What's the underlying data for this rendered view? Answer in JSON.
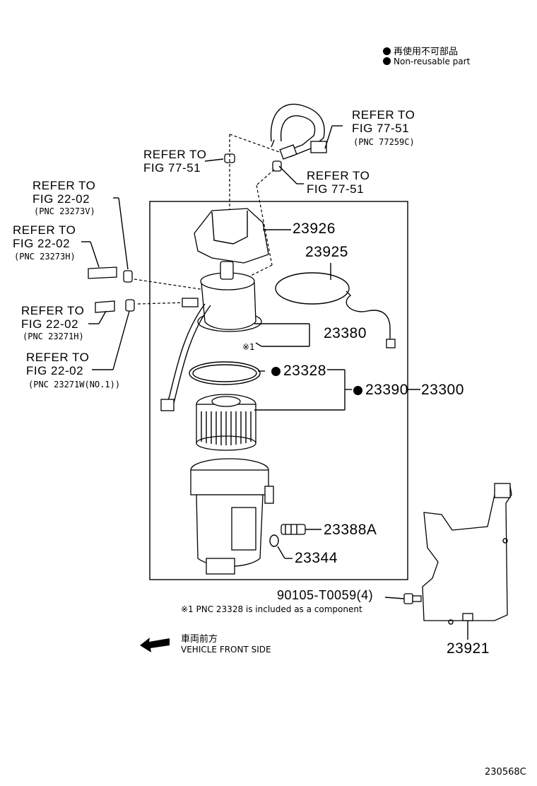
{
  "legend": {
    "jp": "再使用不可部品",
    "en": "Non-reusable part"
  },
  "refs": {
    "r1": {
      "line1": "REFER TO",
      "line2": "FIG 77-51",
      "pnc": "(PNC 77259C)"
    },
    "r2": {
      "line1": "REFER TO",
      "line2": "FIG 77-51"
    },
    "r3": {
      "line1": "REFER TO",
      "line2": "FIG 77-51"
    },
    "r4": {
      "line1": "REFER TO",
      "line2": "FIG 22-02",
      "pnc": "(PNC 23273V)"
    },
    "r5": {
      "line1": "REFER TO",
      "line2": "FIG 22-02",
      "pnc": "(PNC 23273H)"
    },
    "r6": {
      "line1": "REFER TO",
      "line2": "FIG 22-02",
      "pnc": "(PNC 23271H)"
    },
    "r7": {
      "line1": "REFER TO",
      "line2": "FIG 22-02",
      "pnc": "(PNC 23271W(NO.1))"
    }
  },
  "parts": {
    "p23926": "23926",
    "p23925": "23925",
    "p23380": "23380",
    "p23380_note": "※1",
    "p23328": "23328",
    "p23390": "23390",
    "p23300": "23300",
    "p23388A": "23388A",
    "p23344": "23344",
    "p90105": "90105-T0059(4)",
    "p23921": "23921"
  },
  "footnote": "※1 PNC 23328 is included as a component",
  "direction": {
    "jp": "車両前方",
    "en": "VEHICLE FRONT SIDE"
  },
  "figure_id": "230568C"
}
